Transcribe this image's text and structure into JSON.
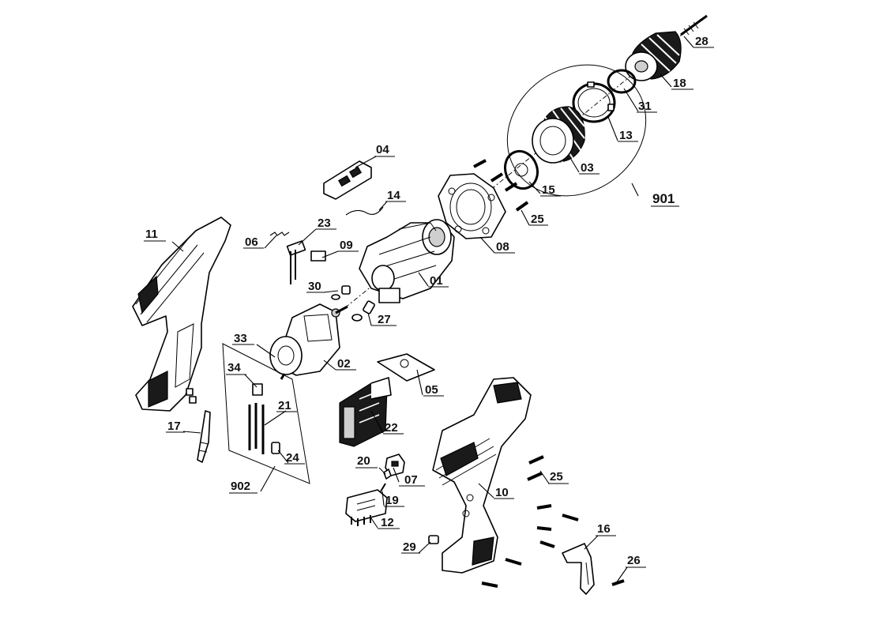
{
  "callouts": {
    "c01": "01",
    "c02": "02",
    "c03": "03",
    "c04": "04",
    "c05": "05",
    "c06": "06",
    "c07": "07",
    "c08": "08",
    "c09": "09",
    "c10": "10",
    "c11": "11",
    "c12": "12",
    "c13": "13",
    "c14": "14",
    "c15": "15",
    "c16": "16",
    "c17": "17",
    "c18": "18",
    "c19": "19",
    "c20": "20",
    "c21": "21",
    "c22": "22",
    "c23": "23",
    "c24": "24",
    "c25a": "25",
    "c25b": "25",
    "c26": "26",
    "c27": "27",
    "c28": "28",
    "c29": "29",
    "c30": "30",
    "c31": "31",
    "c33": "33",
    "c34": "34",
    "c901": "901",
    "c902": "902"
  }
}
